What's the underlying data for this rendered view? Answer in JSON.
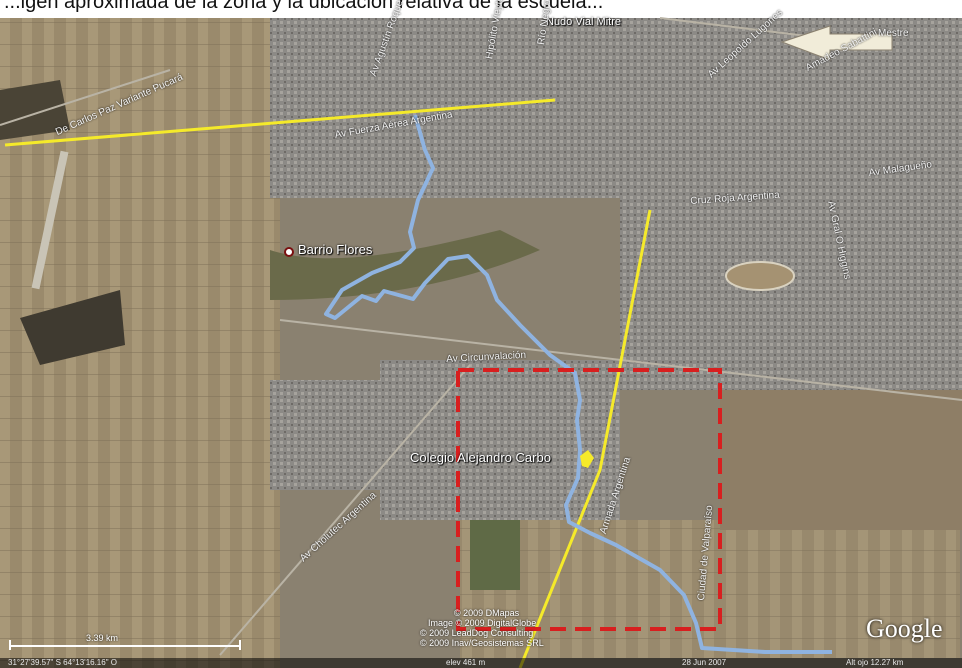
{
  "caption": "...igen aproximada de la zona y la ubicación relativa de la escuela...",
  "labels": {
    "barrio_flores": "Barrio Flores",
    "colegio": "Colegio Alejandro Carbo",
    "nudo_vial": "Nudo Vial Mitre"
  },
  "roads": {
    "de_carlos": "De Carlos Paz Variante Pucará",
    "fuerza_aerea": "Av Fuerza Aérea Argentina",
    "agustin": "Av Agustín Roque Arias",
    "hipolito": "Hipólito Vieytes",
    "rio_negro": "Río Negro",
    "leopoldo": "Av Leopoldo Lugones",
    "amadeo": "Amadeo Sabattini",
    "mestre": "Mestre",
    "cruz_roja": "Cruz Roja Argentina",
    "malaguena": "Av Malagueño",
    "higgins": "Av Gral O Higgins",
    "circunvalacion": "Av Circunvalación",
    "armada": "Armada Argentina",
    "valparaiso": "Ciudad de Valparaíso",
    "chole": "Av Cholutec Argentina"
  },
  "attribution": {
    "line1": "© 2009 DMapas",
    "line2": "Image © 2009 DigitalGlobe",
    "line3": "© 2009 LeadDog Consulting",
    "line4": "© 2009 Inav/Geosistemas SRL"
  },
  "scale_label": "3.39 km",
  "status": {
    "coords": "31°27'39.57\" S    64°13'16.16\" O",
    "elev": "elev  461 m",
    "date": "28 Jun 2007",
    "alt": "Alt ojo  12.27 km"
  },
  "logo": "Google",
  "colors": {
    "stream": "#8fb3e0",
    "boundary": "#f5ea2a",
    "study_area": "#d81f1f",
    "satellite_base": "#8a8170"
  }
}
